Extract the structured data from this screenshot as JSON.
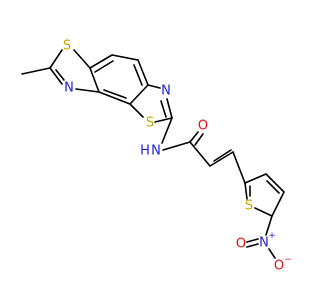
{
  "molecule": {
    "atom_labels": {
      "s_methyl_thiazole": "S",
      "n_methyl_thiazole": "N",
      "s_fused_thiazole": "S",
      "n_fused_thiazole": "N",
      "n_amide": "N",
      "h_amide": "H",
      "o_carbonyl": "O",
      "s_thiophene": "S",
      "n_nitro": "N",
      "o_nitro_top": "O",
      "o_nitro_right": "O"
    },
    "charges": {
      "n_nitro": "+",
      "o_nitro_right": "−"
    },
    "colors": {
      "S": "#c8a800",
      "N": "#1f1fd6",
      "O": "#e01010",
      "C": "#000000"
    }
  }
}
